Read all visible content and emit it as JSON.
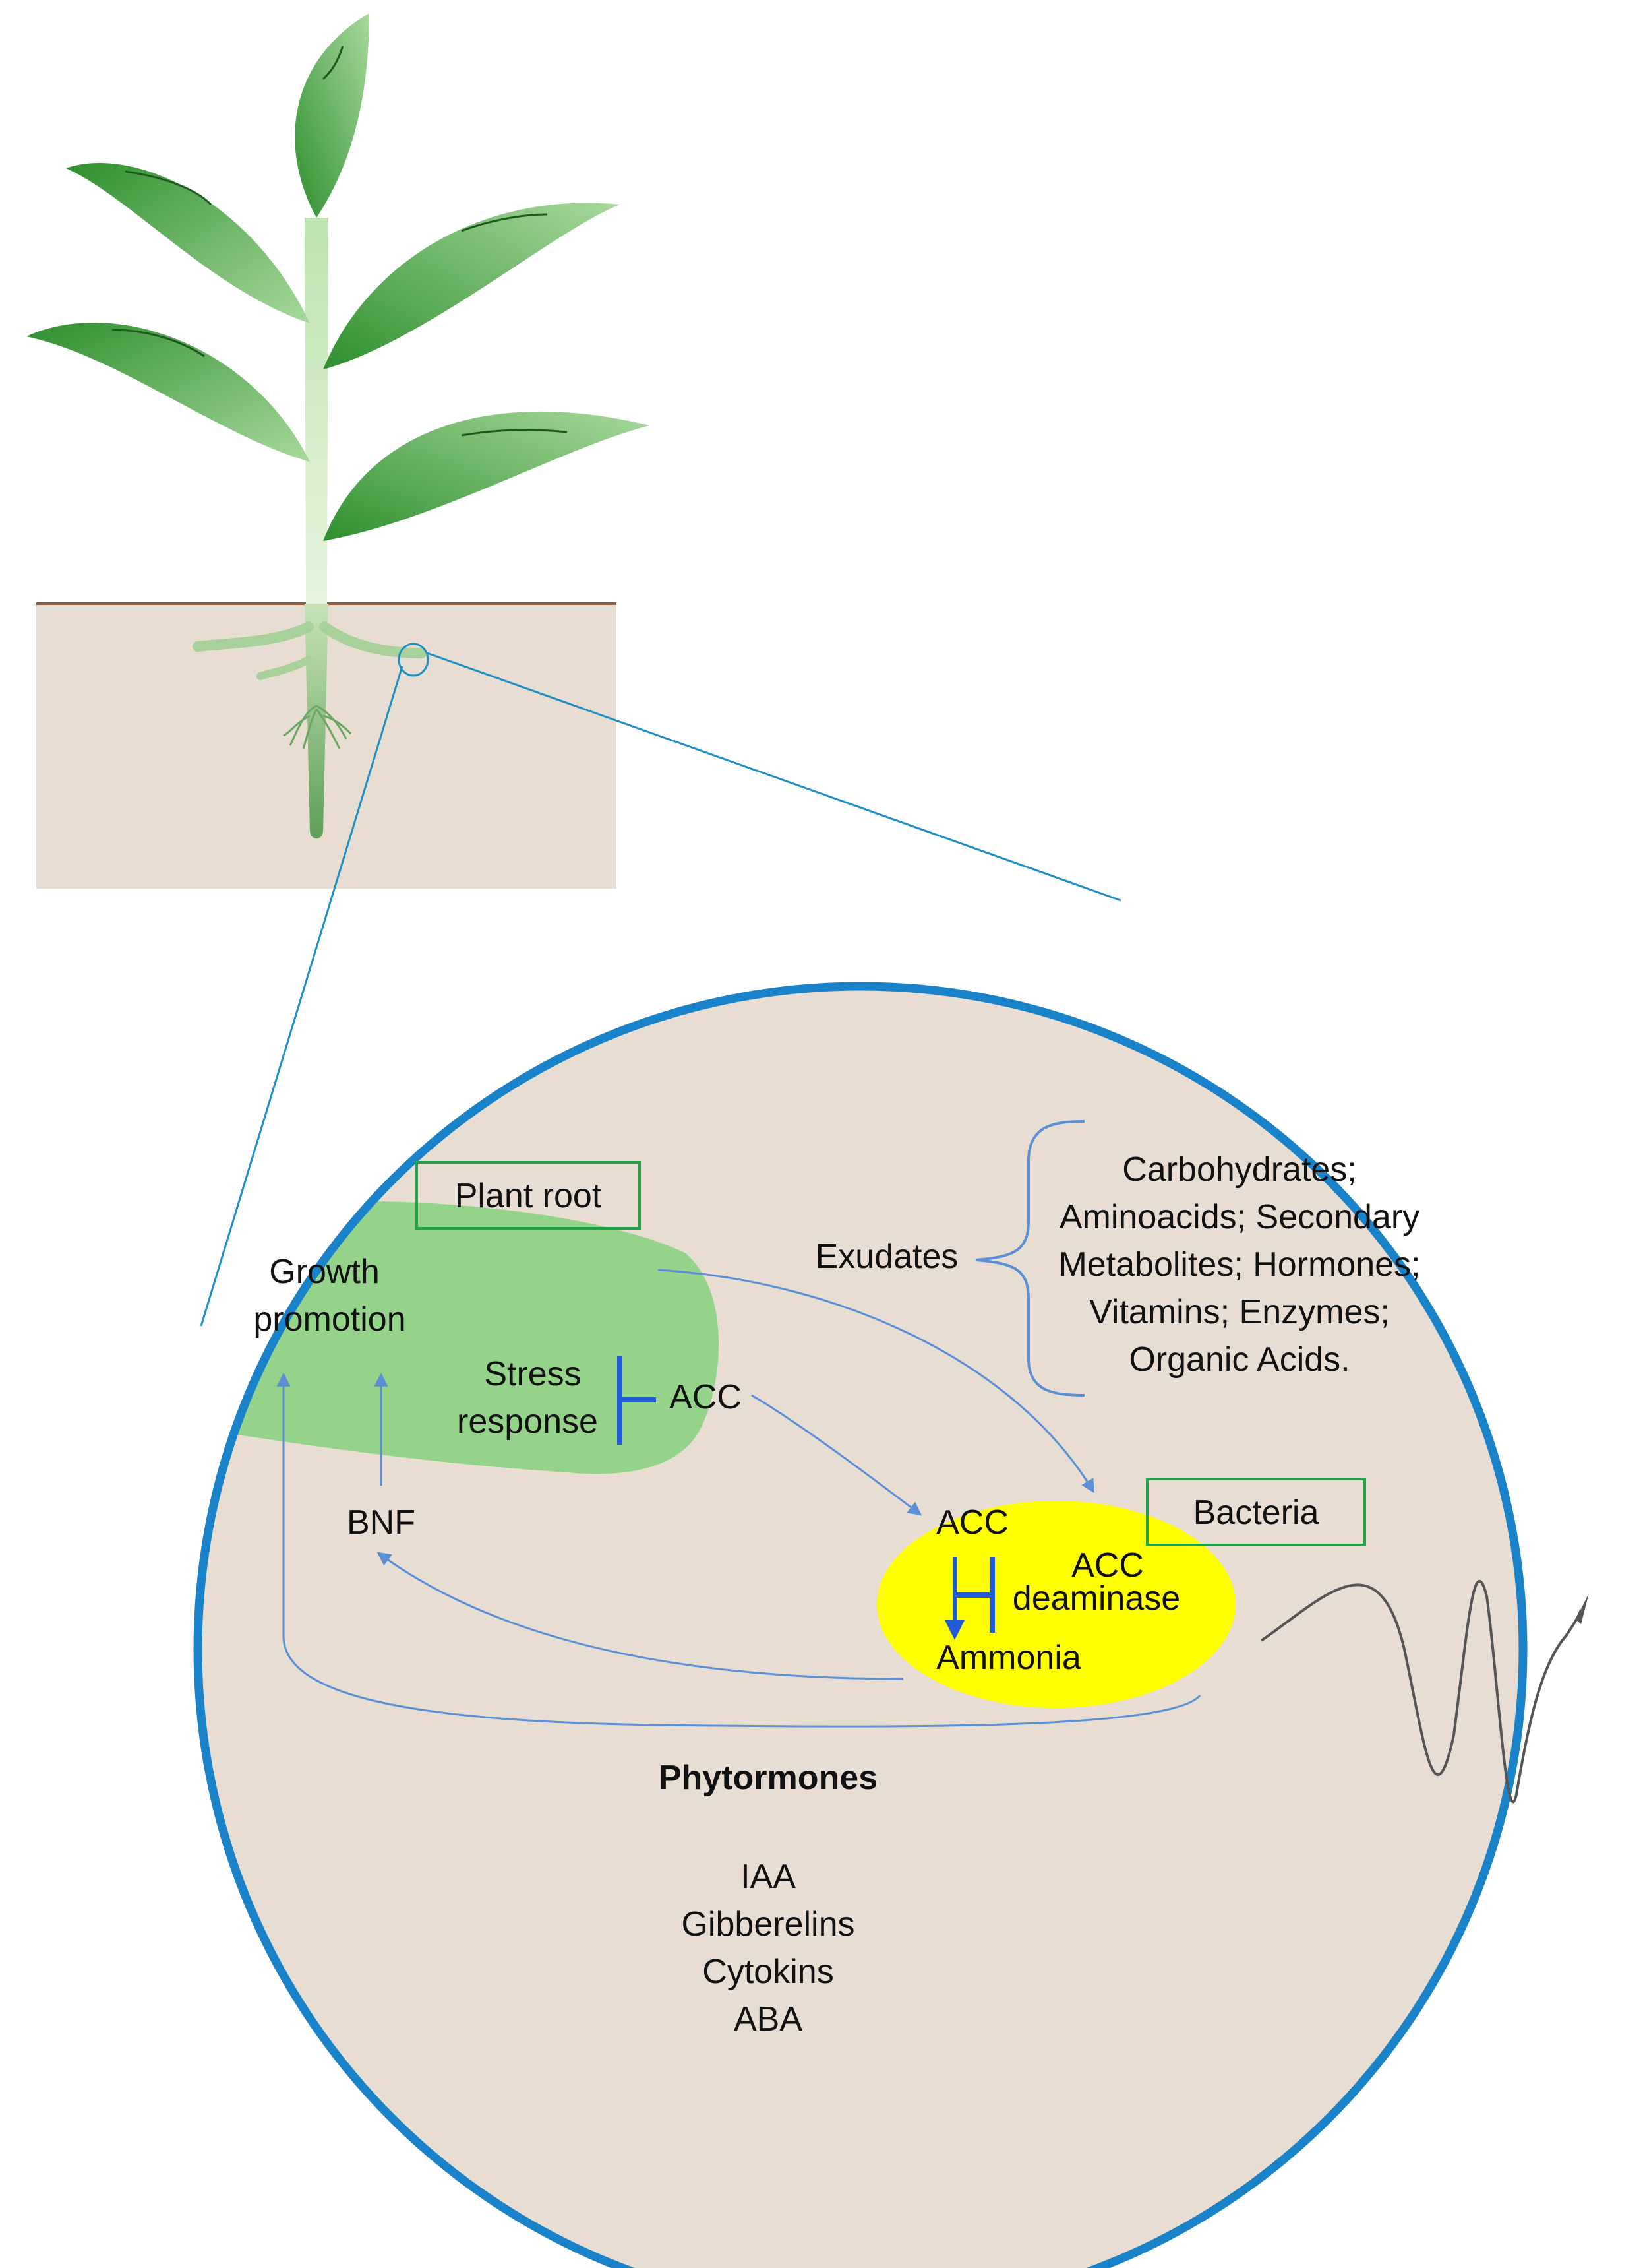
{
  "labels": {
    "plant_root": "Plant root",
    "bacteria": "Bacteria",
    "exudates": "Exudates",
    "exudate_list": [
      "Carbohydrates;",
      "Aminoacids; Secondary",
      "Metabolites; Hormones;",
      "Vitamins; Enzymes;",
      "Organic Acids."
    ],
    "growth_promotion": [
      "Growth",
      "promotion"
    ],
    "stress_response": [
      "Stress",
      "response"
    ],
    "acc_root": "ACC",
    "acc_bacteria": "ACC",
    "acc_deaminase": [
      "ACC",
      "deaminase"
    ],
    "ammonia": "Ammonia",
    "bnf": "BNF",
    "phytormones_title": "Phytormones",
    "phytormones_list": [
      "IAA",
      "Gibberelins",
      "Cytokins",
      "ABA"
    ]
  },
  "colors": {
    "soil": "#e8ddd2",
    "leaf_dark": "#2e8b2e",
    "leaf_light": "#9bd08f",
    "root_zone": "#95d38a",
    "bacteria_cell": "#ffff00",
    "circle_border": "#1a82c8",
    "zoom_line": "#1f8fc4",
    "arrow": "#5b8fd6",
    "inhibit": "#1f5bd6",
    "box_border": "#22a04a",
    "flagellum": "#555555",
    "soil_line": "#8b5a3c"
  }
}
